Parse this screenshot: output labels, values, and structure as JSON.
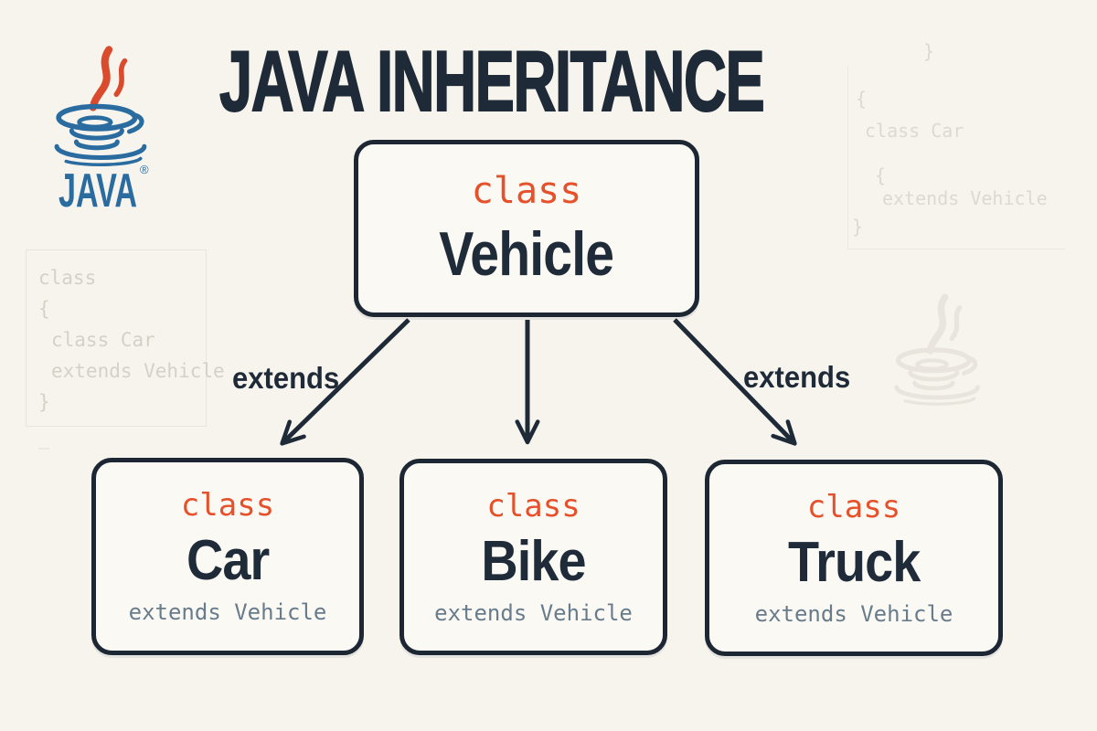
{
  "title": "JAVA INHERITANCE",
  "logo": {
    "text": "JAVA",
    "trademark": "®"
  },
  "colors": {
    "background": "#f7f4ee",
    "ink": "#1e2a37",
    "box_border": "#1c2733",
    "keyword_orange": "#e5512a",
    "subtitle_slate": "#687c8b",
    "faded_code": "#d6d1c6",
    "java_logo_blue": "#2a6ca0",
    "java_logo_red": "#da4a2c"
  },
  "diagram": {
    "parent": {
      "keyword": "class",
      "name": "Vehicle"
    },
    "edge_labels": {
      "left": "extends",
      "right": "extends"
    },
    "children": [
      {
        "keyword": "class",
        "name": "Car",
        "subtitle": "extends Vehicle"
      },
      {
        "keyword": "class",
        "name": "Bike",
        "subtitle": "extends Vehicle"
      },
      {
        "keyword": "class",
        "name": "Truck",
        "subtitle": "extends Vehicle"
      }
    ]
  },
  "snippets": {
    "left": {
      "lines": [
        "class",
        "{",
        "class Car",
        "extends Vehicle",
        "}"
      ]
    },
    "right": {
      "lines": [
        "}",
        "{",
        "class Car",
        "{",
        "extends Vehicle",
        "}"
      ]
    }
  }
}
